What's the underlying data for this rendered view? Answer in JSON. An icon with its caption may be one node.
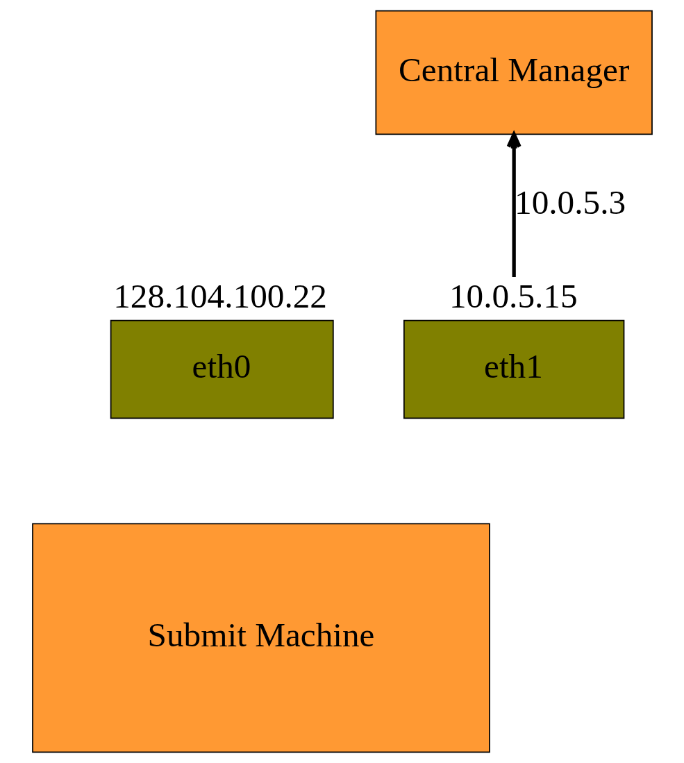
{
  "diagram": {
    "nodes": [
      {
        "text": [
          "Central Manager"
        ]
      },
      {
        "text": [
          "eth0"
        ],
        "beside": [
          "128.104.100.22"
        ]
      },
      {
        "text": [
          "eth1"
        ],
        "beside": [
          "10.0.5.15"
        ]
      },
      {
        "text": [
          "Submit Machine"
        ]
      }
    ],
    "edges": [
      {
        "from": 2,
        "to": 0,
        "arrow": "to",
        "label": "10.0.5.3"
      }
    ]
  }
}
